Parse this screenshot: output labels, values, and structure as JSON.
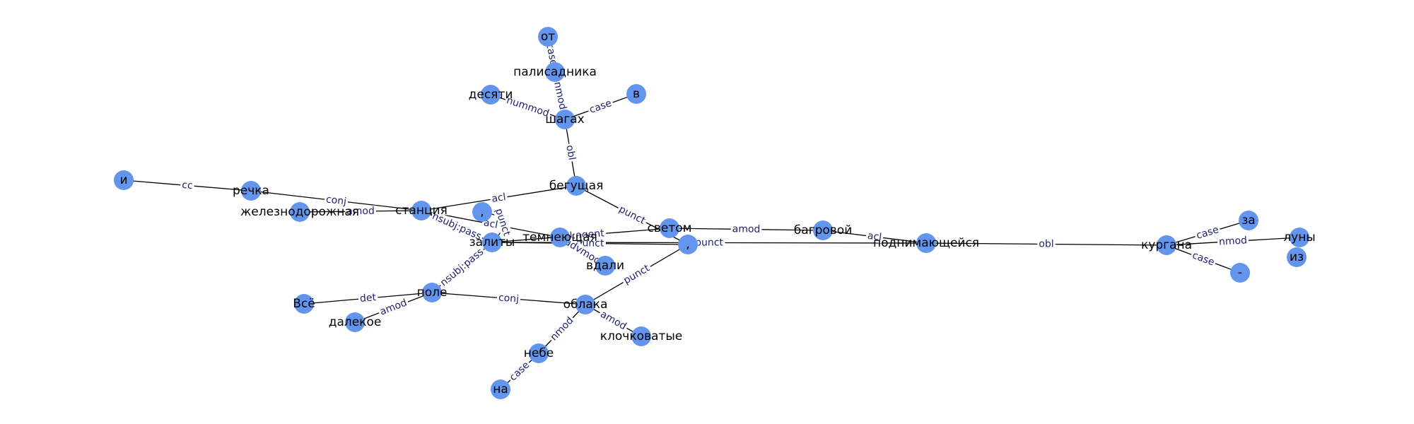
{
  "graph": {
    "node_color": "#6495ED",
    "edge_color": "#000000",
    "label_color": "#1f1f6e",
    "nodes": [
      {
        "id": "ot",
        "label": "от"
      },
      {
        "id": "palisadnika",
        "label": "палисадника"
      },
      {
        "id": "desyati",
        "label": "десяти"
      },
      {
        "id": "v",
        "label": "в"
      },
      {
        "id": "shagah",
        "label": "шагах"
      },
      {
        "id": "i",
        "label": "и"
      },
      {
        "id": "rechka",
        "label": "речка"
      },
      {
        "id": "begushaya",
        "label": "бегущая"
      },
      {
        "id": "zheleznodorozhnaya",
        "label": "железнодорожная"
      },
      {
        "id": "stanciya",
        "label": "станция"
      },
      {
        "id": "comma1",
        "label": ","
      },
      {
        "id": "svetom",
        "label": "светом"
      },
      {
        "id": "bagrovoy",
        "label": "багровой"
      },
      {
        "id": "temneyushaya",
        "label": "темнеющая"
      },
      {
        "id": "zality",
        "label": "залиты"
      },
      {
        "id": "comma2",
        "label": ","
      },
      {
        "id": "podnimayusheysya",
        "label": "поднимающейся"
      },
      {
        "id": "kurgana",
        "label": "кургана"
      },
      {
        "id": "za",
        "label": "за"
      },
      {
        "id": "luny",
        "label": "луны"
      },
      {
        "id": "iz",
        "label": "из"
      },
      {
        "id": "dash",
        "label": "-"
      },
      {
        "id": "vdali",
        "label": "вдали"
      },
      {
        "id": "vsyo",
        "label": "Всё"
      },
      {
        "id": "pole",
        "label": "поле"
      },
      {
        "id": "oblaka",
        "label": "облака"
      },
      {
        "id": "dalekoe",
        "label": "далекое"
      },
      {
        "id": "klochkovatye",
        "label": "клочковатые"
      },
      {
        "id": "nebe",
        "label": "небе"
      },
      {
        "id": "na",
        "label": "на"
      }
    ],
    "edges": [
      {
        "source": "palisadnika",
        "target": "ot",
        "label": "case"
      },
      {
        "source": "shagah",
        "target": "palisadnika",
        "label": "nmod"
      },
      {
        "source": "shagah",
        "target": "desyati",
        "label": "nummod"
      },
      {
        "source": "shagah",
        "target": "v",
        "label": "case"
      },
      {
        "source": "begushaya",
        "target": "shagah",
        "label": "obl"
      },
      {
        "source": "rechka",
        "target": "i",
        "label": "cc"
      },
      {
        "source": "stanciya",
        "target": "rechka",
        "label": "conj"
      },
      {
        "source": "stanciya",
        "target": "zheleznodorozhnaya",
        "label": "amod"
      },
      {
        "source": "stanciya",
        "target": "begushaya",
        "label": "acl"
      },
      {
        "source": "begushaya",
        "target": "comma2",
        "label": "punct"
      },
      {
        "source": "zality",
        "target": "stanciya",
        "label": "nsubj:pass"
      },
      {
        "source": "zality",
        "target": "comma1",
        "label": "punct"
      },
      {
        "source": "stanciya",
        "target": "temneyushaya",
        "label": "acl"
      },
      {
        "source": "zality",
        "target": "svetom",
        "label": "obl:agent"
      },
      {
        "source": "zality",
        "target": "comma2",
        "label": "punct"
      },
      {
        "source": "temneyushaya",
        "target": "vdali",
        "label": "advmod"
      },
      {
        "source": "svetom",
        "target": "bagrovoy",
        "label": "amod"
      },
      {
        "source": "bagrovoy",
        "target": "podnimayusheysya",
        "label": "acl"
      },
      {
        "source": "zality",
        "target": "podnimayusheysya",
        "label": "punct"
      },
      {
        "source": "podnimayusheysya",
        "target": "kurgana",
        "label": "obl"
      },
      {
        "source": "kurgana",
        "target": "za",
        "label": "case"
      },
      {
        "source": "kurgana",
        "target": "luny",
        "label": "nmod"
      },
      {
        "source": "luny",
        "target": "iz",
        "label": "case"
      },
      {
        "source": "kurgana",
        "target": "dash",
        "label": "case"
      },
      {
        "source": "zality",
        "target": "pole",
        "label": "nsubj:pass"
      },
      {
        "source": "pole",
        "target": "vsyo",
        "label": "det"
      },
      {
        "source": "pole",
        "target": "dalekoe",
        "label": "amod"
      },
      {
        "source": "pole",
        "target": "oblaka",
        "label": "conj"
      },
      {
        "source": "oblaka",
        "target": "comma2",
        "label": "punct"
      },
      {
        "source": "oblaka",
        "target": "klochkovatye",
        "label": "amod"
      },
      {
        "source": "oblaka",
        "target": "nebe",
        "label": "nmod"
      },
      {
        "source": "nebe",
        "target": "na",
        "label": "case"
      }
    ]
  }
}
